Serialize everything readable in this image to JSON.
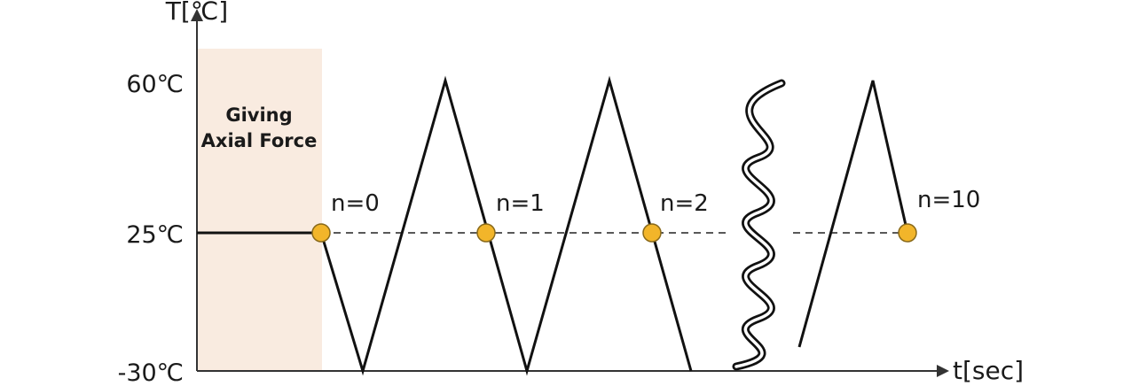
{
  "axes": {
    "y_label": "T[℃]",
    "x_label": "t[sec]",
    "y_ticks": [
      "60℃",
      "25℃",
      "-30℃"
    ]
  },
  "phase": {
    "label_line1": "Giving",
    "label_line2": "Axial Force",
    "color": "#f9ebe0"
  },
  "cycles": [
    {
      "label": "n=0"
    },
    {
      "label": "n=1"
    },
    {
      "label": "n=2"
    },
    {
      "label": "n=10"
    }
  ],
  "colors": {
    "marker_fill": "#f2b52a",
    "marker_stroke": "#8a6a1a",
    "line": "#111111"
  },
  "break_symbol": "wavy-double-line"
}
